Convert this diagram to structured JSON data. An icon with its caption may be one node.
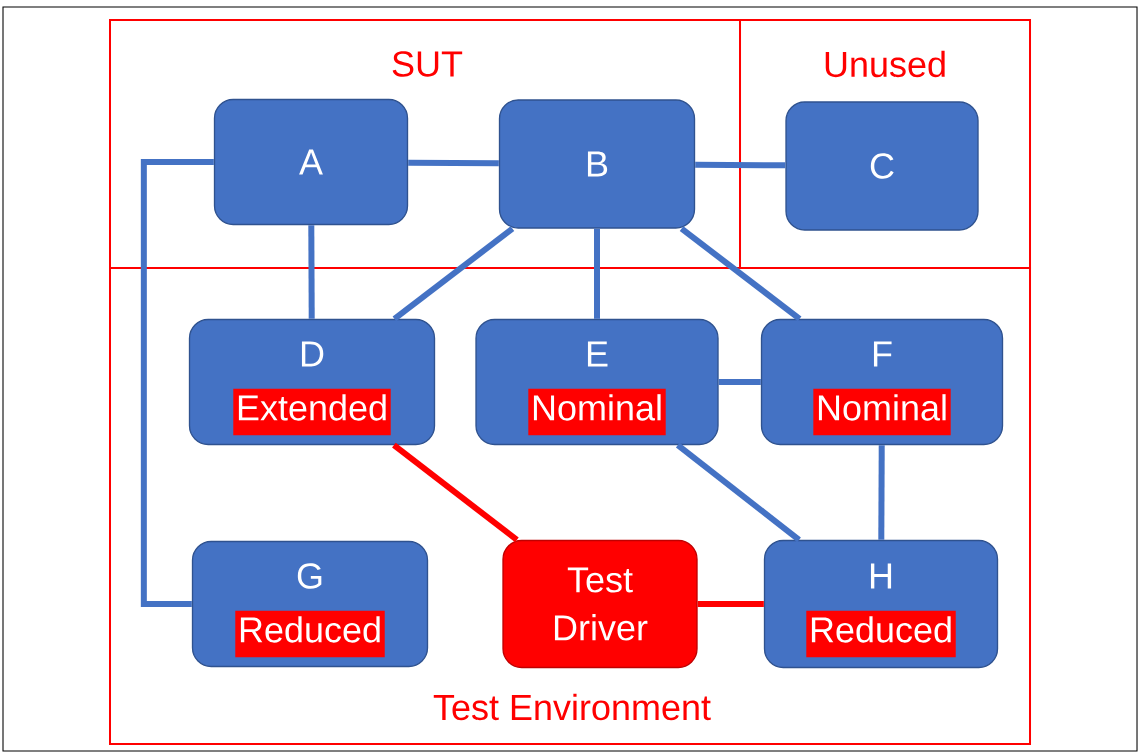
{
  "diagram": {
    "nodes": [
      {
        "text": [
          "SUT"
        ]
      },
      {
        "text": [
          "A"
        ],
        "in": 0
      },
      {
        "text": [
          "B"
        ],
        "in": 0
      },
      {
        "text": [
          "Unused"
        ]
      },
      {
        "text": [
          "C"
        ],
        "in": 3
      },
      {
        "text": [
          "Test Environment"
        ]
      },
      {
        "text": [
          "D",
          "Extended"
        ],
        "in": 5
      },
      {
        "text": [
          "E",
          "Nominal"
        ],
        "in": 5
      },
      {
        "text": [
          "F",
          "Nominal"
        ],
        "in": 5
      },
      {
        "text": [
          "G",
          "Reduced"
        ],
        "in": 5
      },
      {
        "text": [
          "Test Driver"
        ],
        "in": 5
      },
      {
        "text": [
          "H",
          "Reduced"
        ],
        "in": 5
      }
    ],
    "edges": [
      {
        "from": 1,
        "to": 2,
        "arrow": "none"
      },
      {
        "from": 2,
        "to": 4,
        "arrow": "none"
      },
      {
        "from": 1,
        "to": 6,
        "arrow": "none"
      },
      {
        "from": 1,
        "to": 9,
        "arrow": "none"
      },
      {
        "from": 2,
        "to": 6,
        "arrow": "none"
      },
      {
        "from": 2,
        "to": 7,
        "arrow": "none"
      },
      {
        "from": 2,
        "to": 8,
        "arrow": "none"
      },
      {
        "from": 7,
        "to": 8,
        "arrow": "none"
      },
      {
        "from": 8,
        "to": 11,
        "arrow": "none"
      },
      {
        "from": 7,
        "to": 11,
        "arrow": "none"
      },
      {
        "from": 6,
        "to": 10,
        "arrow": "none",
        "color": "#ff0000"
      },
      {
        "from": 10,
        "to": 11,
        "arrow": "none",
        "color": "#ff0000"
      }
    ]
  }
}
